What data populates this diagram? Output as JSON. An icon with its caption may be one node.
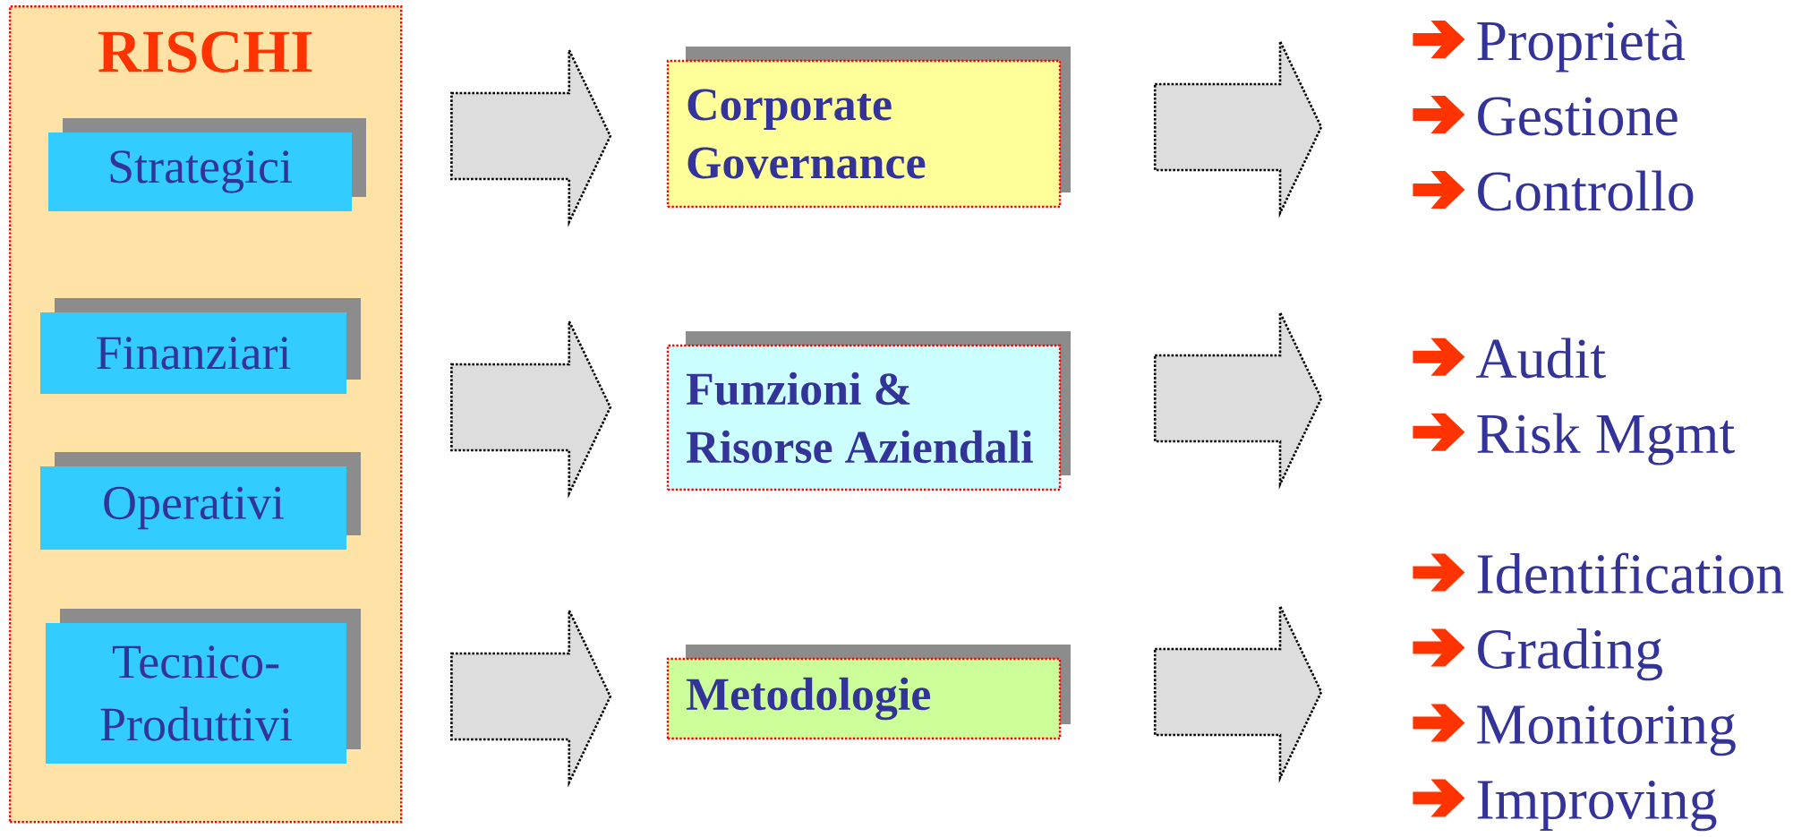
{
  "diagram": {
    "nodes": [
      {
        "text": [
          "RISCHI"
        ]
      },
      {
        "text": [
          "Strategici"
        ],
        "in": 0
      },
      {
        "text": [
          "Finanziari"
        ],
        "in": 0
      },
      {
        "text": [
          "Operativi"
        ],
        "in": 0
      },
      {
        "text": [
          "Tecnico-Produttivi"
        ],
        "in": 0
      },
      {
        "text": [
          "Corporate Governance"
        ]
      },
      {
        "text": [
          "Funzioni & Risorse Aziendali"
        ]
      },
      {
        "text": [
          "Metodologie"
        ]
      },
      {
        "text": [
          "Proprietà",
          "Gestione",
          "Controllo"
        ]
      },
      {
        "text": [
          "Audit",
          "Risk Mgmt"
        ]
      },
      {
        "text": [
          "Identification",
          "Grading",
          "Monitoring",
          "Improving"
        ]
      }
    ],
    "edges": [
      {
        "from": 0,
        "to": 5,
        "arrow": "to"
      },
      {
        "from": 0,
        "to": 6,
        "arrow": "to"
      },
      {
        "from": 0,
        "to": 7,
        "arrow": "to"
      },
      {
        "from": 5,
        "to": 8,
        "arrow": "to"
      },
      {
        "from": 6,
        "to": 9,
        "arrow": "to"
      },
      {
        "from": 7,
        "to": 10,
        "arrow": "to"
      }
    ]
  }
}
